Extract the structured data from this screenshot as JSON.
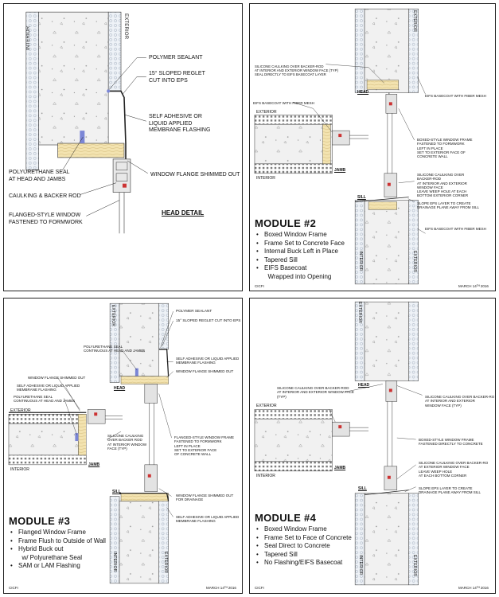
{
  "panel1": {
    "interior": "INTERIOR",
    "exterior": "EXTERIOR",
    "labels": {
      "polymer": "POLYMER SEALANT",
      "reglet": "15° SLOPED REGLET\nCUT INTO EPS",
      "membrane": "SELF ADHESIVE OR\nLIQUID APPLIED\nMEMBRANE FLASHING",
      "pu_seal": "POLYURETHANE SEAL\nAT HEAD AND JAMBS",
      "flange_shim": "WINDOW FLANGE SHIMMED OUT",
      "caulk": "CAULKING & BACKER ROD",
      "flanged": "FLANGED-STYLE WINDOW\nFASTENED TO FORMWORK"
    },
    "heading": "HEAD DETAIL"
  },
  "panel2": {
    "labels": {
      "silicone_head": "SILICONE CAULKING OVER BACKER-ROD\nAT INTERIOR AND EXTERIOR WINDOW FACE (TYP)\nSEAL DIRECTLY TO EIFS BASECOAT LAYER",
      "eifs_top": "EIFS BASECOAT WITH FIBER MESH",
      "eifs_left": "EIFS BASECOAT WITH FIBER MESH",
      "boxed": "BOXED-STYLE WINDOW FRAME\nFASTENED TO FORMWORK\nLEFT IN PLACE\nSET TO EXTERIOR FACE OF\nCONCRETE WALL",
      "silicone_sill": "SILICONE CAULKING OVER\nBACKER-ROD\nAT INTERIOR AND EXTERIOR\nWINDOW FACE\nLEAVE WEEP HOLE AT EACH\nBOTTOM EXTERIOR CORNER",
      "slope": "SLOPE EPS LAYER TO CREATE\nDRAINAGE PLANE AWAY FROM SILL",
      "eifs_bottom": "EIFS BASECOAT WITH FIBER MESH",
      "exterior": "EXTERIOR",
      "interior": "INTERIOR"
    },
    "tags": {
      "head": "HEAD",
      "jamb": "JAMB",
      "sill": "SILL"
    },
    "title": "MODULE #2",
    "bullets": [
      "Boxed Window Frame",
      "Frame Set to Concrete Face",
      "Internal Buck Left in Place",
      "Tapered Sill",
      "EIFS Basecoat\n  Wrapped into Opening"
    ],
    "footer_left": "CICFI",
    "footer_right": "MARCH 14ᵀᴴ 2016"
  },
  "panel3": {
    "labels": {
      "polymer": "POLYMER SEALANT",
      "reglet": "15° SLOPED REGLET CUT INTO EPS",
      "pu_seal": "POLYURETHANE SEAL\nCONTINUOUS AT HEAD AND JAMBS",
      "membrane_head": "SELF ADHESIVE OR LIQUID APPLIED\nMEMBRANE FLASHING",
      "flange_head": "WINDOW FLANGE SHIMMED OUT",
      "flange_left": "WINDOW FLANGE SHIMMED OUT",
      "membrane_left": "SELF ADHESIVE OR LIQUID APPLIED\nMEMBRANE FLASHING",
      "pu_left": "POLYURETHANE SEAL\nCONTINUOUS AT HEAD AND JAMBS",
      "silicone": "SILICONE CAULKING\nOVER BACKER ROD\nAT INTERIOR WINDOW\nFACE (TYP)",
      "flanged": "FLANGED-STYLE WINDOW FRAME\nFASTENED TO FORMWORK\nLEFT IN PLACE\nSET TO EXTERIOR FACE\nOF CONCRETE WALL",
      "flange_sill": "WINDOW FLANGE SHIMMED OUT\nFOR DRAINAGE",
      "membrane_sill": "SELF ADHESIVE OR LIQUID APPLIED\nMEMBRANE FLASHING",
      "exterior": "EXTERIOR",
      "interior": "INTERIOR"
    },
    "tags": {
      "head": "HEAD",
      "jamb": "JAMB",
      "sill": "SILL"
    },
    "title": "MODULE #3",
    "bullets": [
      "Flanged Window Frame",
      "Frame Flush to Outside of Wall",
      "Hybrid Buck out\n  w/ Polyurethane Seal",
      "SAM or LAM Flashing"
    ],
    "footer_left": "CICFI",
    "footer_right": "MARCH 14ᵀᴴ 2016"
  },
  "panel4": {
    "labels": {
      "silicone_left": "SILICONE CAULKING OVER BACKER-ROD\nAT INTERIOR AND EXTERIOR WINDOW FACE\n(TYP)",
      "silicone_right": "SILICONE CAULKING OVER BACKER-RO\nAT INTERIOR AND EXTERIOR\nWINDOW FACE (TYP)",
      "boxed": "BOXED-STYLE WINDOW FRAME\nFASTENED DIRECTLY TO CONCRETE",
      "silicone_sill": "SILICONE CAULKING OVER BACKER-RO\nAT EXTERIOR WINDOW FACE\nLEAVE WEEP HOLE\nAT EACH BOTTOM CORNER",
      "slope": "SLOPE EPS LAYER TO CREATE\nDRAINAGE PLANE AWAY FROM SILL",
      "exterior": "EXTERIOR",
      "interior": "INTERIOR"
    },
    "tags": {
      "head": "HEAD",
      "jamb": "JAMB",
      "sill": "SILL"
    },
    "title": "MODULE #4",
    "bullets": [
      "Boxed Window Frame",
      "Frame Set to Face of Concrete",
      "Seal Direct to Concrete",
      "Tapered Sill",
      "No Flashing/EIFS Basecoat"
    ],
    "footer_left": "CICFI",
    "footer_right": "MARCH 14ᵀᴴ 2016"
  },
  "colors": {
    "eps": "#e8eef5",
    "concrete": "#f1f1f1",
    "wood": "#f3e3b0",
    "blue": "#7b86d6",
    "membrane": "#2a2a2a"
  }
}
